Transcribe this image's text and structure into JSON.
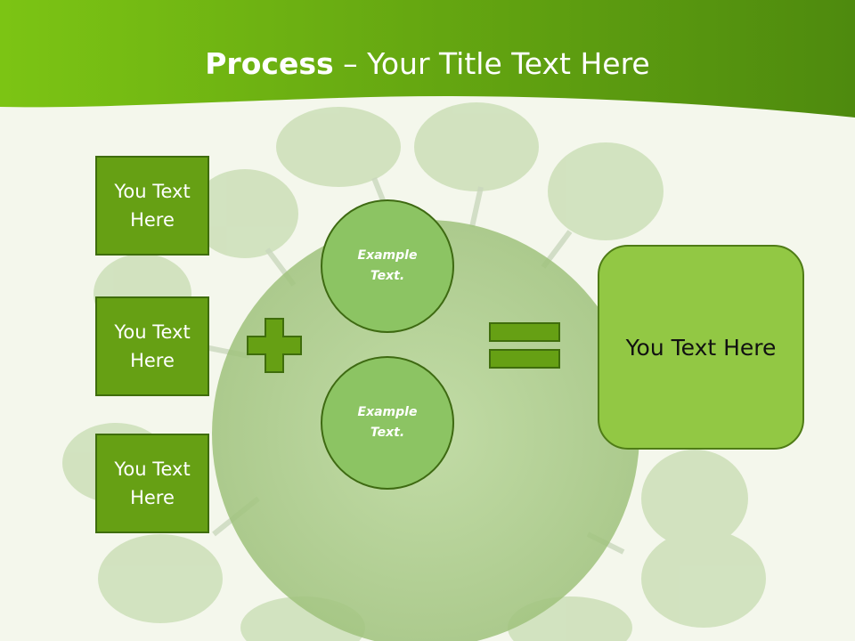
{
  "header": {
    "title_bold": "Process",
    "title_rest": " – Your Title Text Here"
  },
  "left_boxes": [
    {
      "label": "You Text Here"
    },
    {
      "label": "You Text Here"
    },
    {
      "label": "You Text Here"
    }
  ],
  "circles": [
    {
      "label": "Example Text."
    },
    {
      "label": "Example Text."
    }
  ],
  "operators": {
    "plus": "plus-icon",
    "equals": "equals-icon"
  },
  "result": {
    "label": "You Text Here"
  },
  "colors": {
    "header_green": "#6fb716",
    "box_green": "#66a014",
    "circle_green": "#8cc463",
    "result_green": "#92c844"
  }
}
